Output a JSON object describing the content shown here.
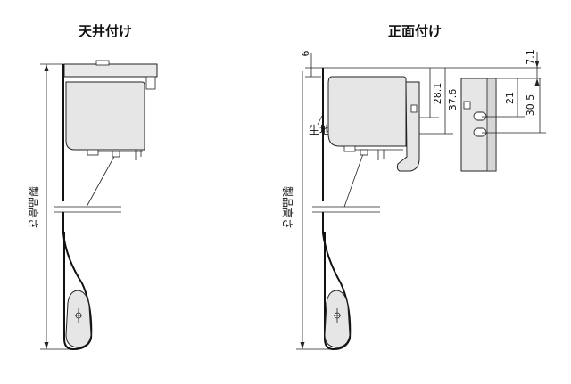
{
  "titles": {
    "ceiling": "天井付け",
    "front": "正面付け"
  },
  "labels": {
    "product_height": "製品高さ",
    "fabric": "生地"
  },
  "dimensions": {
    "top_gap": "6",
    "d_28_1": "28.1",
    "d_37_6": "37.6",
    "d_7_1": "7.1",
    "d_21": "21",
    "d_30_5": "30.5"
  },
  "colors": {
    "body_fill": "#e6e6e6",
    "line": "#222222"
  }
}
